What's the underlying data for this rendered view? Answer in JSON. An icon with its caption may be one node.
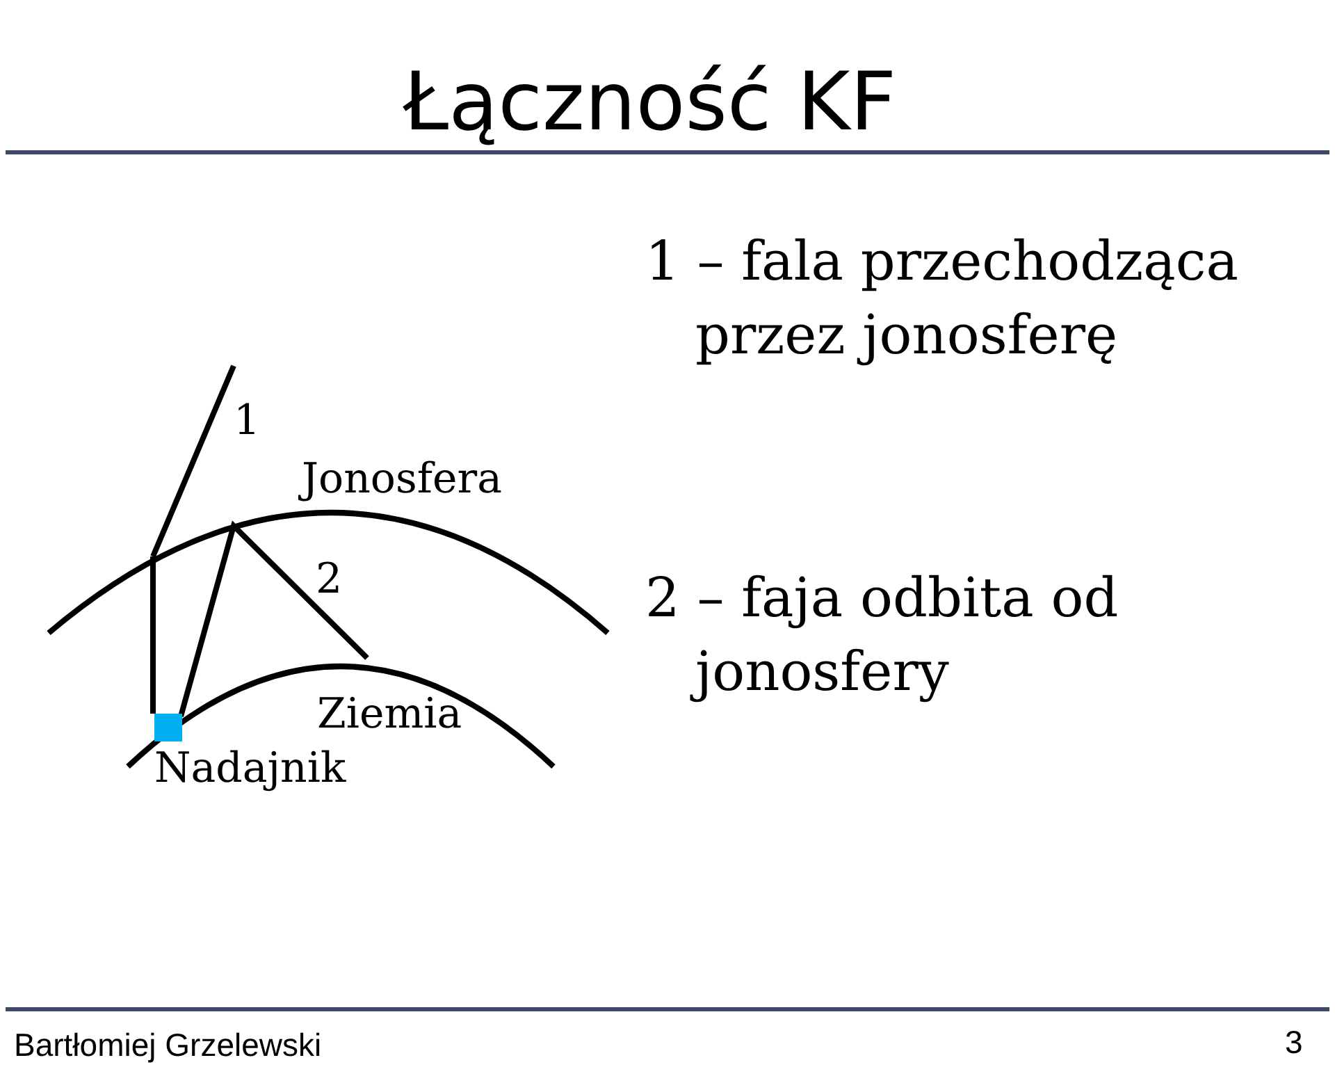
{
  "diagram": {
    "title": "Łączność KF",
    "labels": [
      "1",
      "Jonosfera",
      "2",
      "Ziemia",
      "Nadajnik",
      "1 – fala przechodząca przez jonosferę",
      "2 – faja odbita od jonosfery",
      "Bartłomiej Grzelewski",
      "3"
    ]
  }
}
